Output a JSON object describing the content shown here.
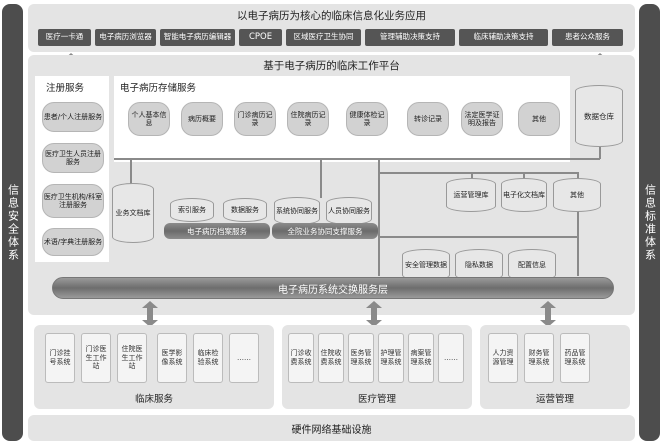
{
  "left_bar": "信息安全体系",
  "right_bar": "信息标准体系",
  "top_title": "以电子病历为核心的临床信息化业务应用",
  "apps": [
    "医疗一卡通",
    "电子病历浏览器",
    "智能电子病历编辑器",
    "CPOE",
    "区域医疗卫生协同",
    "管理辅助决策支持",
    "临床辅助决策支持",
    "患者公众服务"
  ],
  "platform_title": "基于电子病历的临床工作平台",
  "registry": {
    "title": "注册服务",
    "items": [
      "患者/个人注册服务",
      "医疗卫生人员注册服务",
      "医疗卫生机构/科室注册服务",
      "术语/字典注册服务"
    ]
  },
  "storage": {
    "title": "电子病历存储服务",
    "items": [
      "个人基本信息",
      "病历概要",
      "门诊病历记录",
      "住院病历记录",
      "健康体检记录",
      "转诊记录",
      "法定医学证明及报告",
      "其他"
    ]
  },
  "data_warehouse": "数据仓库",
  "business_db": "业务文档库",
  "index_service": "索引服务",
  "data_service": "数据服务",
  "sys_coop": "系统协同服务",
  "staff_coop": "人员协同服务",
  "archive_service": "电子病历档案服务",
  "full_coop": "全院业务协同支撑服务",
  "ops_db": "运营管理库",
  "emr_db": "电子化文档库",
  "other_db": "其他",
  "security_data": "安全管理数据",
  "privacy_data": "隐私数据",
  "config_info": "配置信息",
  "exchange_bus": "电子病历系统交换服务层",
  "clinical": {
    "title": "临床服务",
    "items": [
      "门诊挂号系统",
      "门诊医生工作站",
      "住院医生工作站",
      "医学影像系统",
      "临床检验系统",
      "……"
    ]
  },
  "medical_mgmt": {
    "title": "医疗管理",
    "items": [
      "门诊收费系统",
      "住院收费系统",
      "医务管理系统",
      "护理管理系统",
      "病案管理系统",
      "……"
    ]
  },
  "operation_mgmt": {
    "title": "运营管理",
    "items": [
      "人力资源管理",
      "财务管理系统",
      "药品管理系统"
    ]
  },
  "infra": "硬件网络基础设施"
}
